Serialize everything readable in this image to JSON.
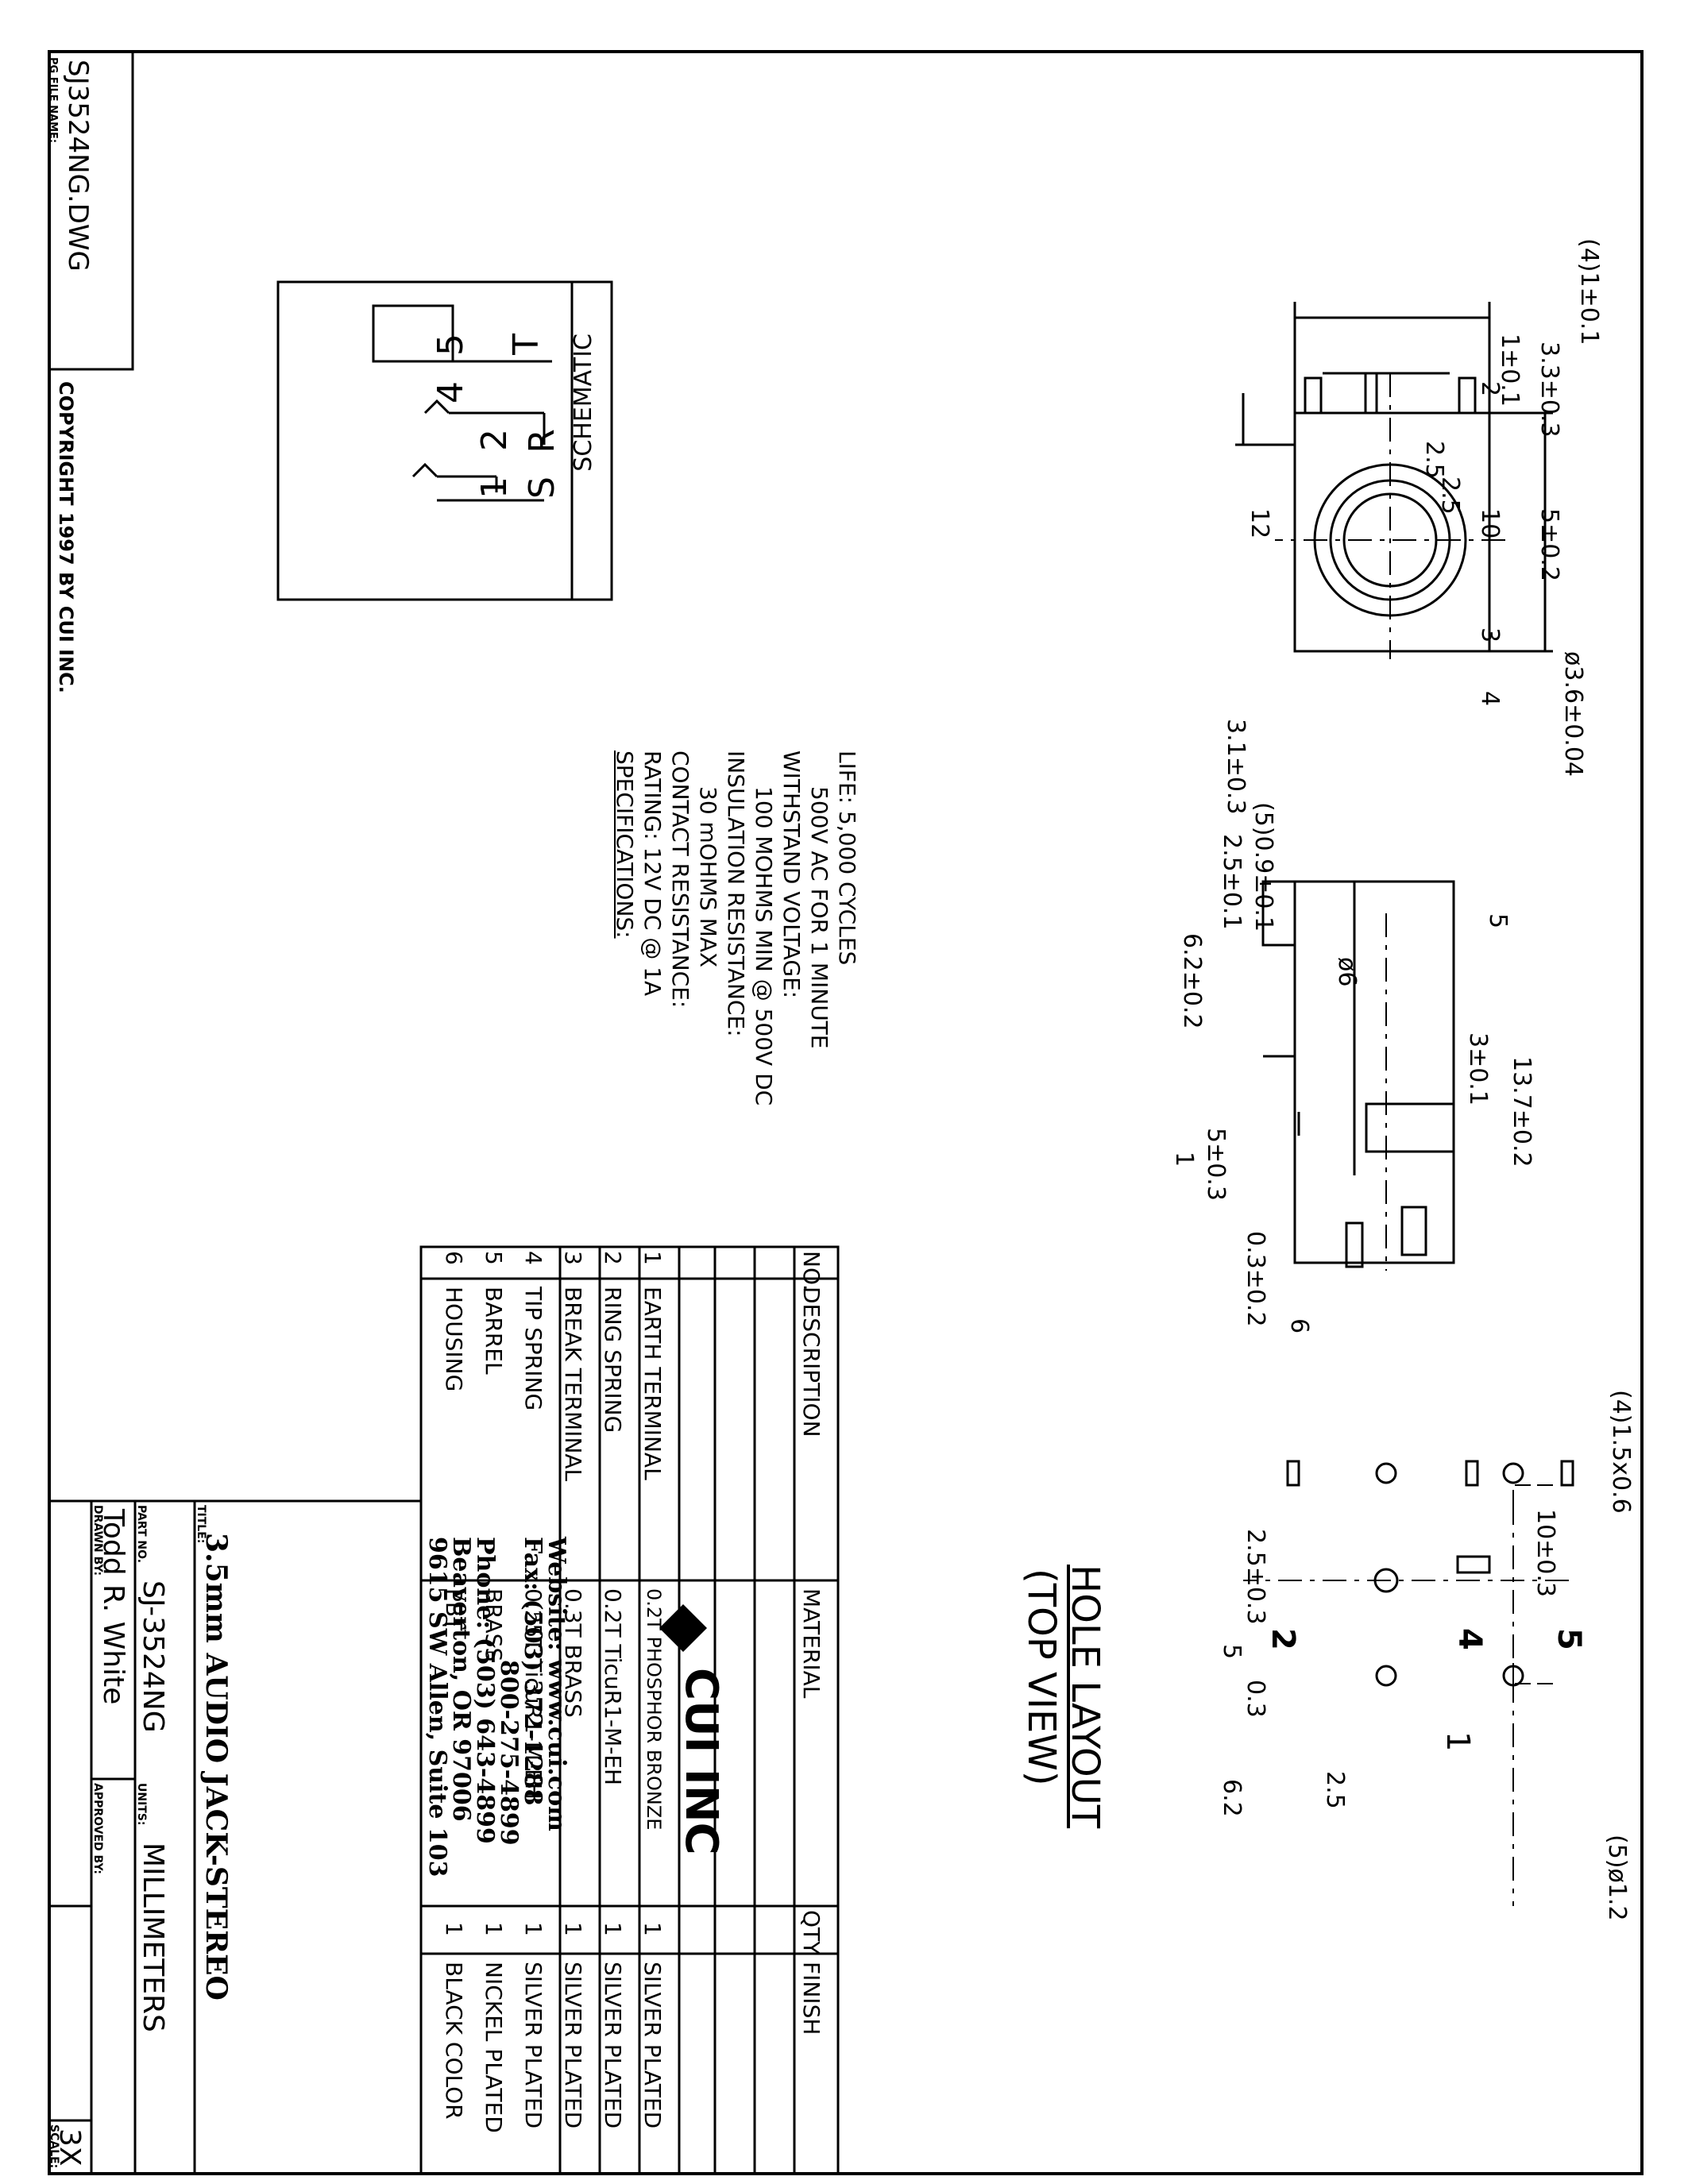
{
  "file_block": {
    "label": "PG FILE NAME:",
    "value": "SJ3524NG.DWG"
  },
  "copyright": "COPYRIGHT 1997 BY CUI INC.",
  "schematic": {
    "title": "SCHEMATIC",
    "rows": [
      {
        "pin": "1",
        "name": "S"
      },
      {
        "pin": "2",
        "name": "R"
      },
      {
        "pin": "4",
        "name": ""
      },
      {
        "pin": "5",
        "name": "T"
      }
    ]
  },
  "specifications": {
    "title": "SPECIFICATIONS:",
    "lines": [
      "RATING: 12V DC @ 1A",
      "CONTACT RESISTANCE:",
      "30 mOHMS MAX",
      "INSULATION RESISTANCE:",
      "100 MOHMS MIN @ 500V DC",
      "WITHSTAND VOLTAGE:",
      "500V AC FOR 1 MINUTE",
      "LIFE: 5,000 CYCLES"
    ]
  },
  "front_view": {
    "dims": [
      "3.3±0.3",
      "5±0.2",
      "ø3.6±0.04",
      "(4)1±0.1",
      "1±0.1",
      "2.5",
      "2.5",
      "10",
      "12",
      "3.1±0.3"
    ],
    "balloons": [
      "2",
      "3",
      "4"
    ]
  },
  "side_view": {
    "dims": [
      "(5)0.9±0.1",
      "2.5±0.1",
      "ø6",
      "6.2±0.2",
      "3±0.1",
      "13.7±0.2",
      "5±0.3",
      "0.3±0.2"
    ],
    "balloons": [
      "5",
      "1",
      "6"
    ]
  },
  "hole_layout": {
    "title": "HOLE LAYOUT",
    "subtitle": "(TOP VIEW)",
    "dims": [
      "(4)1.5x0.6",
      "10±0.3",
      "2.5±0.3",
      "0.3",
      "5",
      "6.2",
      "2.5",
      "(5)ø1.2"
    ],
    "pin_labels": [
      "5",
      "4",
      "2",
      "1"
    ]
  },
  "bom": {
    "headers": [
      "NO.",
      "DESCRIPTION",
      "MATERIAL",
      "QTY",
      "FINISH"
    ],
    "rows": [
      [
        "6",
        "HOUSING",
        "PBT",
        "1",
        "BLACK COLOR"
      ],
      [
        "5",
        "BARREL",
        "BRASS",
        "1",
        "NICKEL PLATED"
      ],
      [
        "4",
        "TIP SPRING",
        "0.25T TicuR1-M-EH",
        "1",
        "SILVER PLATED"
      ],
      [
        "3",
        "BREAK TERMINAL",
        "0.3T BRASS",
        "1",
        "SILVER PLATED"
      ],
      [
        "2",
        "RING SPRING",
        "0.2T TicuR1-M-EH",
        "1",
        "SILVER PLATED"
      ],
      [
        "1",
        "EARTH TERMINAL",
        "0.2T PHOSPHOR BRONZE",
        "1",
        "SILVER PLATED"
      ]
    ]
  },
  "company": {
    "name": "CUI INC",
    "address": [
      "9615 SW Allen, Suite 103",
      "Beaverton, OR  97006",
      "Phone: (503) 643-4899",
      "800-275-4899",
      "Fax:   (503) 372-1288",
      "Website: www.cui.com"
    ]
  },
  "title_block": {
    "title_label": "TITLE:",
    "title": "3.5mm AUDIO JACK-STEREO",
    "part_label": "PART NO.",
    "part": "SJ-3524NG",
    "units_label": "UNITS:",
    "units": "MILLIMETERS",
    "drawn_label": "DRAWN BY:",
    "drawn": "Todd R. White",
    "approved_label": "APPROVED BY:",
    "approved": "",
    "scale_label": "SCALE:",
    "scale": "3X"
  }
}
